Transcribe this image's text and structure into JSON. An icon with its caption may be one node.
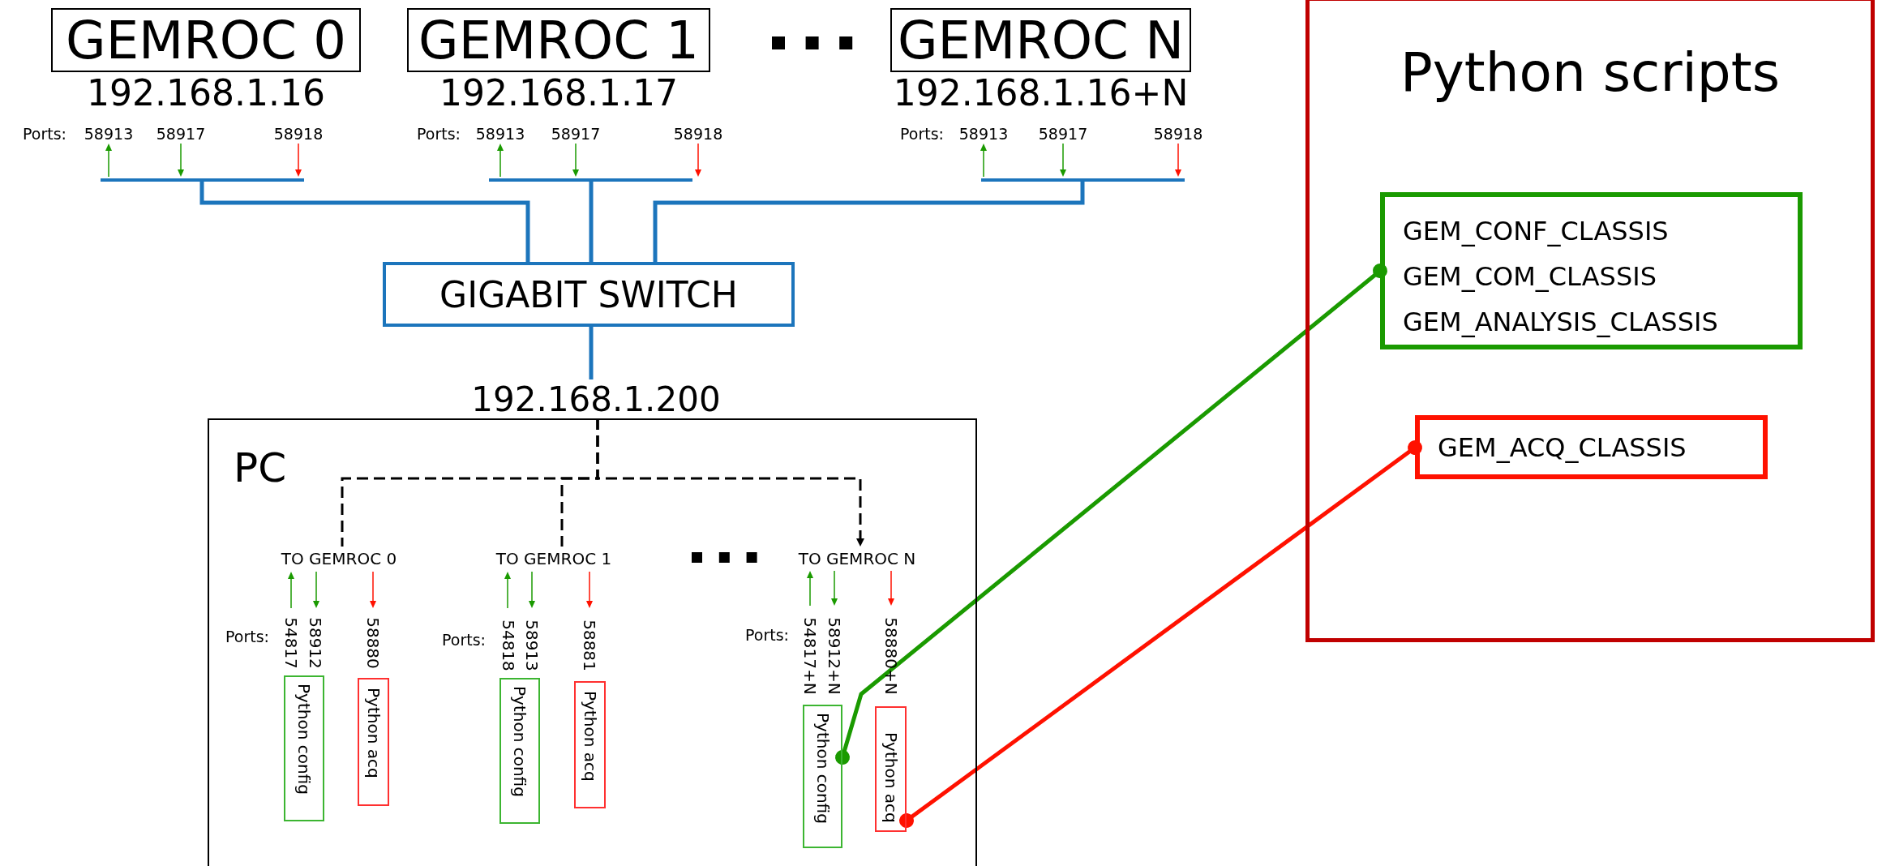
{
  "diagram": {
    "nodes": [
      {
        "text": [
          "GEMROC 0"
        ],
        "beside": [
          "192.168.1.16"
        ]
      },
      {
        "text": [
          "GEMROC 1"
        ],
        "beside": [
          "192.168.1.17"
        ]
      },
      {
        "text": [
          "GEMROC N"
        ],
        "beside": [
          "192.168.1.16+N"
        ]
      },
      {
        "text": [],
        "shape": "bar"
      },
      {
        "text": [],
        "shape": "bar"
      },
      {
        "text": [],
        "shape": "bar"
      },
      {
        "text": [
          "GIGABIT SWITCH"
        ]
      },
      {
        "text": [
          "192.168.1.200"
        ]
      },
      {
        "text": [
          "PC"
        ]
      },
      {
        "text": [
          "TO GEMROC 0"
        ],
        "in": 8
      },
      {
        "text": [
          "TO GEMROC 1"
        ],
        "in": 8
      },
      {
        "text": [
          "TO GEMROC N"
        ],
        "in": 8
      },
      {
        "text": [
          "Python config"
        ],
        "in": 8
      },
      {
        "text": [
          "Python acq"
        ],
        "in": 8
      },
      {
        "text": [
          "Python config"
        ],
        "in": 8
      },
      {
        "text": [
          "Python acq"
        ],
        "in": 8
      },
      {
        "text": [
          "Python config"
        ],
        "in": 8
      },
      {
        "text": [
          "Python acq"
        ],
        "in": 8
      },
      {
        "text": [
          "Python scripts"
        ]
      },
      {
        "text": [
          "GEM_CONF_CLASSIS",
          "GEM_COM_CLASSIS",
          "GEM_ANALYSIS_CLASSIS"
        ],
        "in": 18
      },
      {
        "text": [
          "GEM_ACQ_CLASSIS"
        ],
        "in": 18
      }
    ],
    "edges": [
      {
        "from": 3,
        "to": 6,
        "arrow": "none"
      },
      {
        "from": 4,
        "to": 6,
        "arrow": "none"
      },
      {
        "from": 5,
        "to": 6,
        "arrow": "none"
      },
      {
        "from": 6,
        "to": 7,
        "arrow": "none"
      },
      {
        "from": 7,
        "to": 9,
        "arrow": "none",
        "style": "dashed",
        "color": "#000000"
      },
      {
        "from": 7,
        "to": 10,
        "arrow": "none",
        "style": "dashed",
        "color": "#000000"
      },
      {
        "from": 7,
        "to": 11,
        "arrow": "to",
        "style": "dashed",
        "color": "#000000"
      },
      {
        "from": 16,
        "to": 19,
        "arrow": "other",
        "color": "#1a9a00"
      },
      {
        "from": 17,
        "to": 20,
        "arrow": "other",
        "color": "#ff1100"
      }
    ],
    "labels": [
      "Ports:",
      "58913",
      "58917",
      "58918",
      "Ports:",
      "58913",
      "58917",
      "58918",
      "Ports:",
      "58913",
      "58917",
      "58918",
      "Ports:",
      "54817",
      "58912",
      "58880",
      "Ports:",
      "54818",
      "58913",
      "58881",
      "Ports:",
      "54817+N",
      "58912+N",
      "58880+N"
    ]
  }
}
